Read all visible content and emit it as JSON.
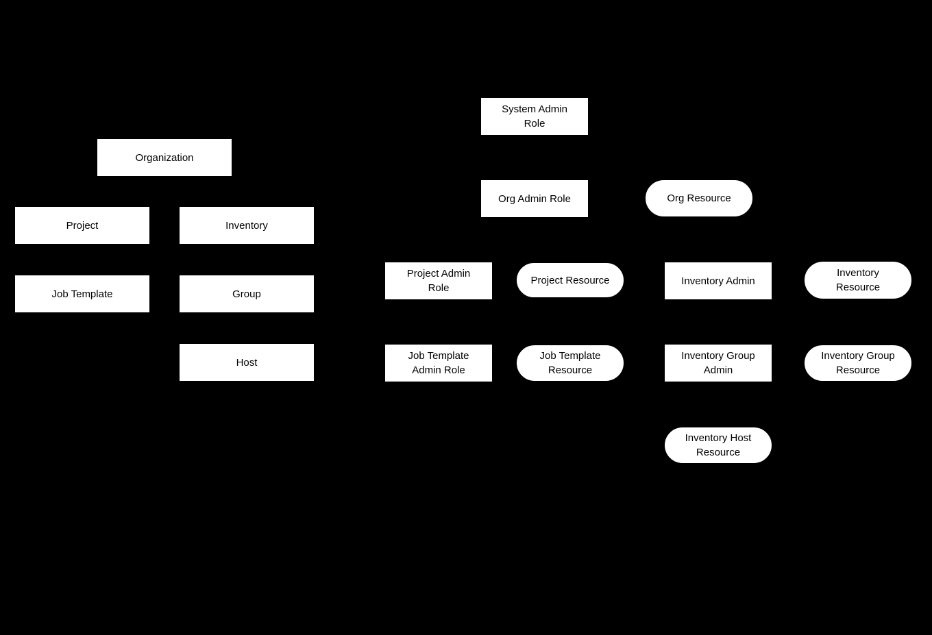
{
  "diagram": {
    "colors": {
      "background": "#000000",
      "node_fill": "#ffffff",
      "node_text": "#000000"
    },
    "nodes": {
      "organization": {
        "label": "Organization",
        "shape": "rect"
      },
      "project": {
        "label": "Project",
        "shape": "rect"
      },
      "inventory": {
        "label": "Inventory",
        "shape": "rect"
      },
      "job_template": {
        "label": "Job Template",
        "shape": "rect"
      },
      "group": {
        "label": "Group",
        "shape": "rect"
      },
      "host": {
        "label": "Host",
        "shape": "rect"
      },
      "system_admin_role": {
        "label": "System Admin Role",
        "shape": "rect"
      },
      "org_admin_role": {
        "label": "Org Admin Role",
        "shape": "rect"
      },
      "org_resource": {
        "label": "Org Resource",
        "shape": "pill"
      },
      "project_admin_role": {
        "label": "Project Admin Role",
        "shape": "rect"
      },
      "project_resource": {
        "label": "Project Resource",
        "shape": "pill"
      },
      "inventory_admin": {
        "label": "Inventory Admin",
        "shape": "rect"
      },
      "inventory_resource": {
        "label": "Inventory Resource",
        "shape": "pill"
      },
      "job_template_admin_role": {
        "label": "Job Template Admin Role",
        "shape": "rect"
      },
      "job_template_resource": {
        "label": "Job Template Resource",
        "shape": "pill"
      },
      "inventory_group_admin": {
        "label": "Inventory Group Admin",
        "shape": "rect"
      },
      "inventory_group_resource": {
        "label": "Inventory Group Resource",
        "shape": "pill"
      },
      "inventory_host_resource": {
        "label": "Inventory Host Resource",
        "shape": "pill"
      }
    }
  }
}
